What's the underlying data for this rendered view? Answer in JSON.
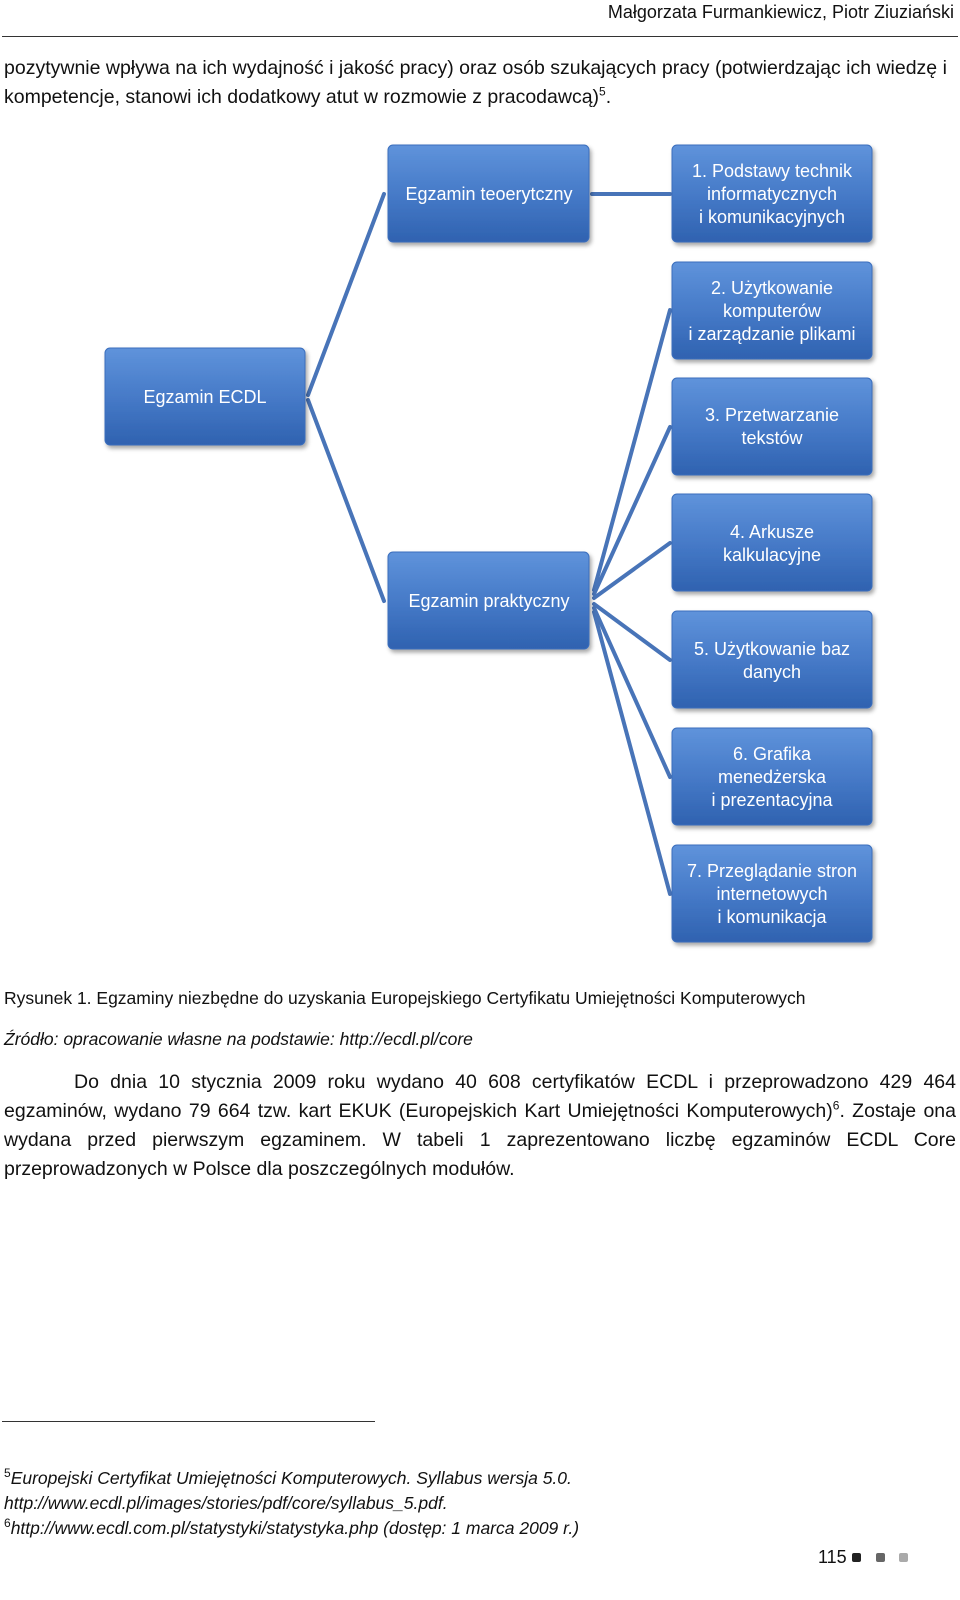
{
  "header": {
    "authors": "Małgorzata Furmankiewicz, Piotr Ziuziański"
  },
  "intro": {
    "text": "pozytywnie wpływa na ich wydajność i jakość pracy) oraz osób szukających pracy (potwierdzając ich wiedzę i kompetencje, stanowi ich dodatkowy atut w rozmowie z pracodawcą)",
    "footnote_ref": "5",
    "end": "."
  },
  "diagram": {
    "root": "Egzamin ECDL",
    "branches": [
      {
        "label": "Egzamin teoerytczny"
      },
      {
        "label": "Egzamin praktyczny"
      }
    ],
    "modules": [
      {
        "lines": [
          "1. Podstawy technik",
          "informatycznych",
          "i komunikacyjnych"
        ]
      },
      {
        "lines": [
          "2. Użytkowanie",
          "komputerów",
          "i zarządzanie plikami"
        ]
      },
      {
        "lines": [
          "3. Przetwarzanie",
          "tekstów"
        ]
      },
      {
        "lines": [
          "4. Arkusze",
          "kalkulacyjne"
        ]
      },
      {
        "lines": [
          "5. Użytkowanie baz",
          "danych"
        ]
      },
      {
        "lines": [
          "6. Grafika",
          "menedżerska",
          "i prezentacyjna"
        ]
      },
      {
        "lines": [
          "7. Przeglądanie stron",
          "internetowych",
          "i komunikacja"
        ]
      }
    ]
  },
  "figure": {
    "caption": "Rysunek 1. Egzaminy niezbędne do uzyskania Europejskiego Certyfikatu Umiejętności Komputerowych",
    "source": "Źródło: opracowanie własne na podstawie: http://ecdl.pl/core"
  },
  "body": {
    "text_a": "Do dnia 10 stycznia 2009 roku wydano 40 608 certyfikatów ECDL i przeprowadzono 429 464 egzaminów, wydano 79 664 tzw. kart EKUK (Europejskich Kart Umiejętności Komputerowych)",
    "footnote_ref": "6",
    "text_b": ". Zostaje ona wydana przed pierwszym egzaminem. W tabeli 1 zaprezentowano liczbę egzaminów ECDL Core przeprowadzonych w Polsce dla poszczególnych modułów."
  },
  "footnotes": [
    {
      "num": "5",
      "line1": "Europejski Certyfikat Umiejętności Komputerowych. Syllabus wersja 5.0.",
      "line2": "http://www.ecdl.pl/images/stories/pdf/core/syllabus_5.pdf."
    },
    {
      "num": "6",
      "line1": "http://www.ecdl.com.pl/statystyki/statystyka.php (dostęp: 1 marca 2009 r.)"
    }
  ],
  "page_number": "115",
  "colors": {
    "box_top": "#5b8fd8",
    "box_bottom": "#2e63b3",
    "connector": "#4874b8"
  }
}
